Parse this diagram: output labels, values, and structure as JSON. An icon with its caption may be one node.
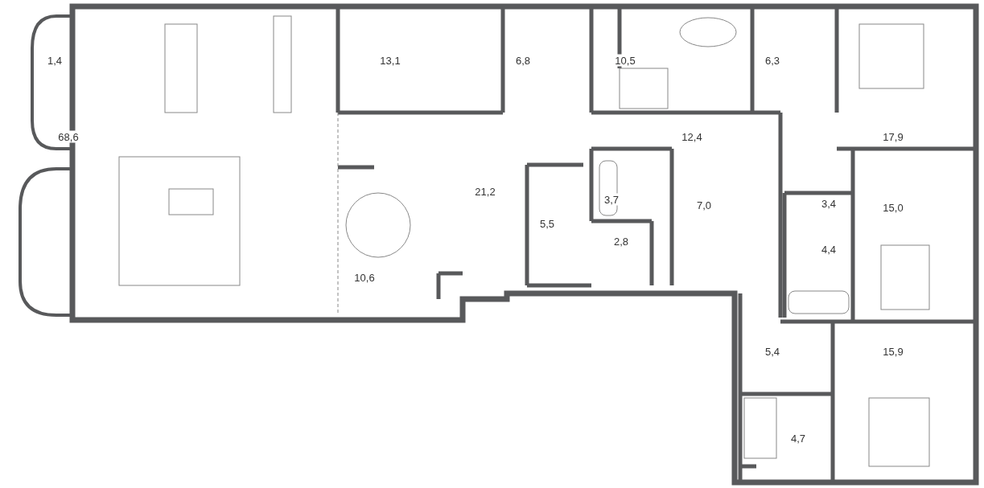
{
  "diagram": {
    "labels": [
      "1,4",
      "13,1",
      "6,8",
      "10,5",
      "6,3",
      "68,6",
      "12,4",
      "17,9",
      "21,2",
      "3,7",
      "7,0",
      "3,4",
      "15,0",
      "5,5",
      "2,8",
      "4,4",
      "10,6",
      "5,4",
      "15,9",
      "4,7"
    ]
  }
}
